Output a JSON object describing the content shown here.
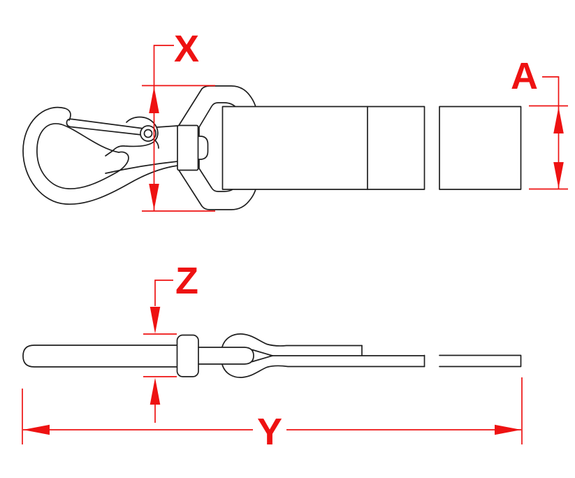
{
  "drawing": {
    "type": "technical-dimension-drawing",
    "subject": "snap hook with swivel eye and webbing strap, top and side views",
    "labels": {
      "dim_x": "X",
      "dim_a": "A",
      "dim_z": "Z",
      "dim_y": "Y"
    },
    "colors": {
      "dimension_red": "#ee1212",
      "line_black": "#1e1e1e",
      "background": "#ffffff"
    }
  }
}
